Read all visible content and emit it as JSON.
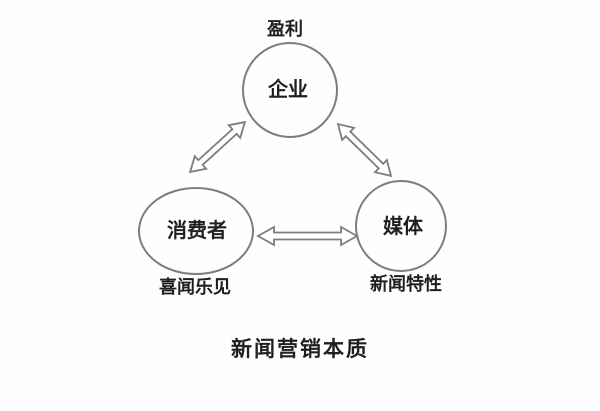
{
  "diagram": {
    "title": "新闻营销本质",
    "nodes": [
      {
        "id": "enterprise",
        "label": "企业",
        "annotation": "盈利",
        "annotation_position": "above",
        "shape": "circle"
      },
      {
        "id": "consumer",
        "label": "消费者",
        "annotation": "喜闻乐见",
        "annotation_position": "below",
        "shape": "ellipse"
      },
      {
        "id": "media",
        "label": "媒体",
        "annotation": "新闻特性",
        "annotation_position": "below",
        "shape": "circle"
      }
    ],
    "edges": [
      {
        "from": "consumer",
        "to": "enterprise",
        "style": "hollow-double-arrow",
        "bidirectional": true
      },
      {
        "from": "enterprise",
        "to": "media",
        "style": "hollow-double-arrow",
        "bidirectional": true
      },
      {
        "from": "consumer",
        "to": "media",
        "style": "hollow-double-arrow",
        "bidirectional": true
      }
    ],
    "colors": {
      "background": "#fefefe",
      "shape_stroke": "#7d7d7d",
      "arrow_fill": "#ffffff",
      "text": "#1f1f1f"
    }
  }
}
